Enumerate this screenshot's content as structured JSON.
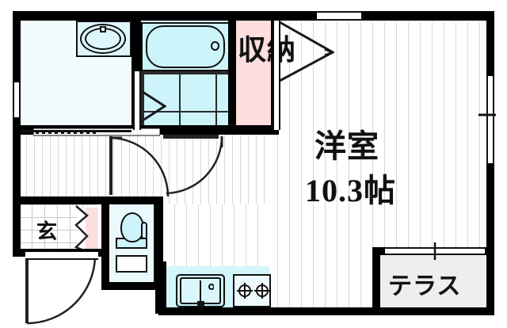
{
  "plan": {
    "type": "japanese-floor-plan",
    "unit_layout": "1R",
    "rooms": [
      {
        "id": "main-room",
        "label": "洋室",
        "size_label": "10.3帖",
        "size_value": 10.3,
        "size_unit": "帖",
        "kind": "western-room",
        "flooring": "plank"
      },
      {
        "id": "closet",
        "label": "収納",
        "kind": "storage",
        "fill_color": "#fcdede",
        "door": "folding"
      },
      {
        "id": "terrace",
        "label": "テラス",
        "kind": "terrace",
        "fill_color": "#eeeeee"
      },
      {
        "id": "entrance",
        "label": "玄",
        "kind": "genkan-entrance",
        "flooring": "tile-grid"
      },
      {
        "id": "bathroom",
        "label": "",
        "kind": "bath-unit",
        "fill_color": "#cdf4fb"
      },
      {
        "id": "washroom",
        "label": "",
        "kind": "washroom-vanity",
        "fill_color": "#f2fbfd"
      },
      {
        "id": "toilet",
        "label": "",
        "kind": "water-closet",
        "fill_color": "#eaf9fc"
      },
      {
        "id": "kitchen",
        "label": "",
        "kind": "kitchen-counter",
        "fill_color": "#d4f5fb"
      },
      {
        "id": "corridor",
        "label": "",
        "kind": "hallway",
        "flooring": "plank"
      }
    ],
    "fixtures": [
      {
        "id": "bathtub",
        "name": "bathtub"
      },
      {
        "id": "washbasin",
        "name": "washbasin"
      },
      {
        "id": "toilet-bowl",
        "name": "toilet"
      },
      {
        "id": "kitchen-sink",
        "name": "sink"
      },
      {
        "id": "gas-stove",
        "name": "two-burner-stove"
      }
    ],
    "openings": [
      {
        "id": "entrance-door",
        "name": "front-door",
        "type": "hinged"
      },
      {
        "id": "corridor-door-left",
        "name": "washroom-door",
        "type": "hinged"
      },
      {
        "id": "corridor-door-right",
        "name": "room-door",
        "type": "hinged"
      },
      {
        "id": "closet-door",
        "name": "closet-folding-door",
        "type": "folding"
      },
      {
        "id": "bath-door",
        "name": "bath-folding-door",
        "type": "folding"
      },
      {
        "id": "genkan-door",
        "name": "genkan-shoe-closet",
        "type": "folding"
      },
      {
        "id": "window-left",
        "name": "washroom-window",
        "type": "window"
      },
      {
        "id": "window-top",
        "name": "room-window-north",
        "type": "window"
      },
      {
        "id": "window-right",
        "name": "room-window-east",
        "type": "window"
      },
      {
        "id": "terrace-door",
        "name": "terrace-sliding-door",
        "type": "sliding"
      }
    ],
    "colors": {
      "wall": "#000000",
      "water_fill": "#cdf4fb",
      "closet_fill": "#fcdede",
      "terrace_fill": "#eeeeee",
      "floor_line": "#d8d8d8"
    }
  }
}
